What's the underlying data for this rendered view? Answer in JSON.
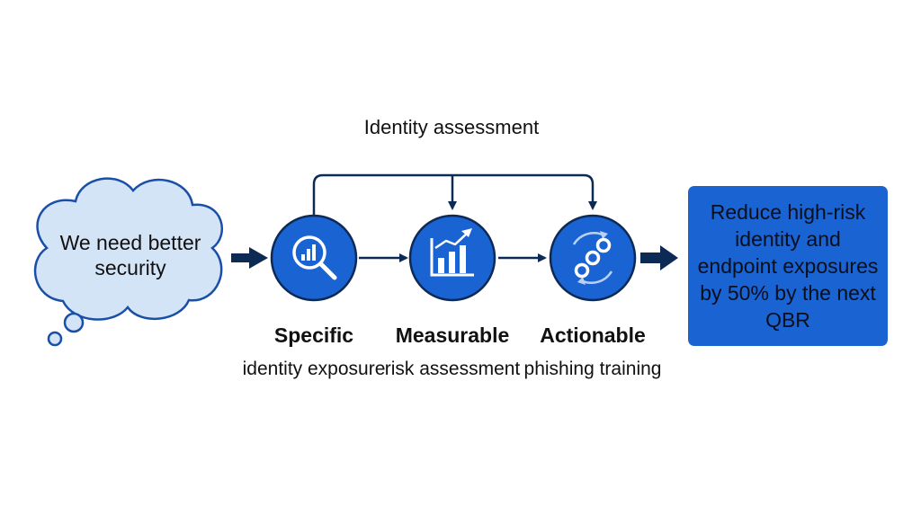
{
  "colors": {
    "primary_blue": "#1a63d2",
    "dark_navy": "#0d2a55",
    "cloud_fill": "#d4e4f7",
    "icon_white": "#ffffff"
  },
  "top_feedback": {
    "label": "Identity assessment"
  },
  "thought": {
    "text": "We need better security"
  },
  "steps": [
    {
      "icon": "magnifier-chart-icon",
      "title": "Specific",
      "description": "identity exposure"
    },
    {
      "icon": "bar-chart-trend-icon",
      "title": "Measurable",
      "description": "risk assessment"
    },
    {
      "icon": "chain-link-cycle-icon",
      "title": "Actionable",
      "description": "phishing training"
    }
  ],
  "goal": {
    "text": "Reduce high-risk identity and endpoint exposures by 50% by the next QBR"
  }
}
